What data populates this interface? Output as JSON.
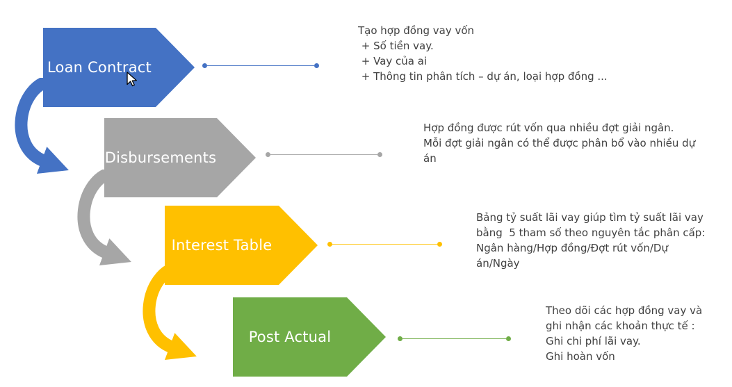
{
  "colors": {
    "background": "#ffffff",
    "text": "#404040"
  },
  "icons": {
    "connector": "curved-arrow",
    "cursor": "mouse-pointer"
  },
  "diagram": {
    "steps": [
      {
        "label": "Loan Contract",
        "color": "#4472C4",
        "description": "Tạo hợp đồng vay vốn\n + Số tiền vay.\n + Vay của ai\n + Thông tin phân tích – dự án, loại hợp đồng ..."
      },
      {
        "label": "Disbursements",
        "color": "#A6A6A6",
        "description": "Hợp đồng được rút vốn qua nhiều đợt giải ngân.\nMỗi đợt giải ngân có thể được phân bổ vào nhiều dự\nán"
      },
      {
        "label": "Interest Table",
        "color": "#FFC000",
        "description": "Bảng tỷ suất lãi vay giúp tìm tỷ suất lãi vay\nbằng  5 tham số theo nguyên tắc phân cấp:\nNgân hàng/Hợp đồng/Đợt rút vốn/Dự\nán/Ngày"
      },
      {
        "label": "Post Actual",
        "color": "#70AD47",
        "description": "Theo dõi các hợp đồng vay và\nghi nhận các khoản thực tế :\nGhi chi phí lãi vay.\nGhi hoàn vốn"
      }
    ]
  }
}
